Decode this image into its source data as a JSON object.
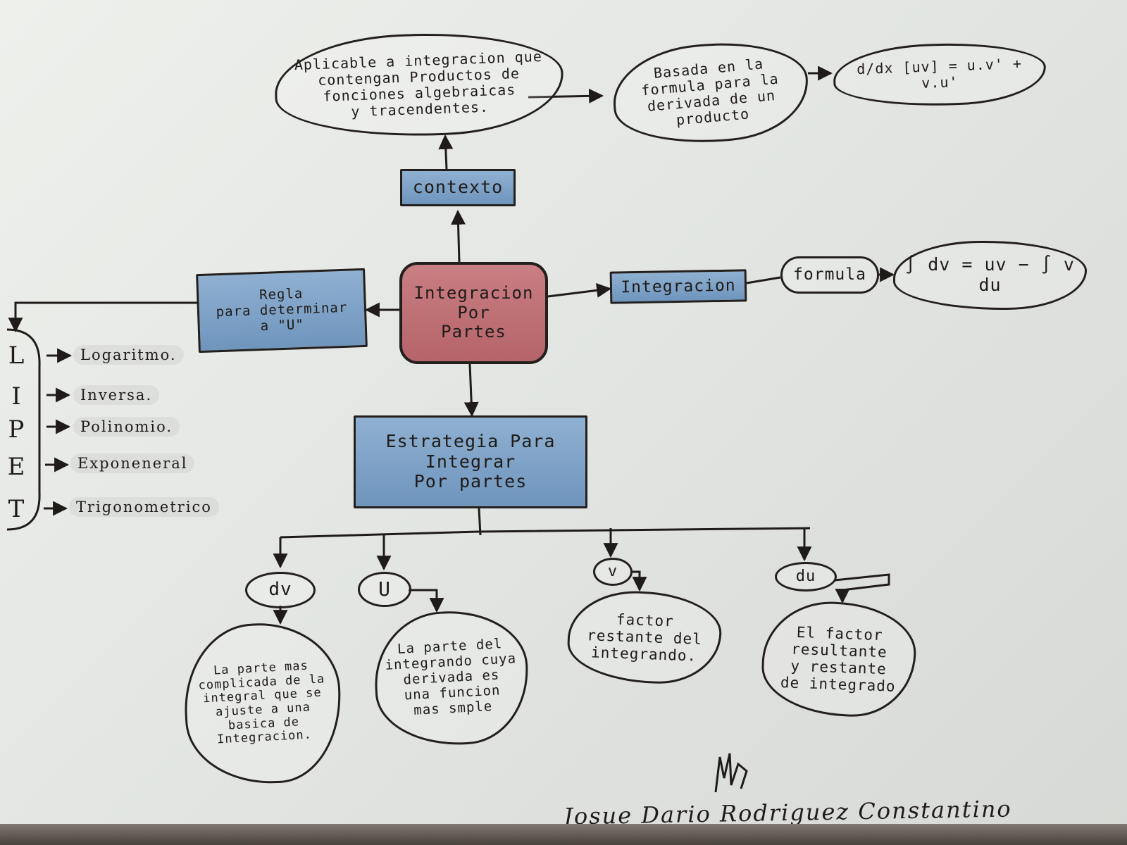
{
  "central": {
    "title": "Integracion\nPor\nPartes"
  },
  "contexto": {
    "label": "contexto",
    "description": "Aplicable a integracion que\ncontengan Productos de\nfonciones algebraicas\ny tracendentes.",
    "basis": "Basada en la\nformula para la\nderivada de un\nproducto",
    "formula": "d/dx [uv] = u.v' + v.u'"
  },
  "integracion": {
    "label": "Integracion",
    "formula_label": "formula",
    "formula": "∫ dv = uv − ∫ v du"
  },
  "regla": {
    "label": "Regla\npara determinar\na \"U\"",
    "liate": [
      {
        "letter": "L",
        "word": "Logaritmo."
      },
      {
        "letter": "I",
        "word": "Inversa."
      },
      {
        "letter": "P",
        "word": "Polinomio."
      },
      {
        "letter": "E",
        "word": "Exponeneral"
      },
      {
        "letter": "T",
        "word": "Trigonometrico"
      }
    ]
  },
  "estrategia": {
    "label": "Estrategia Para\nIntegrar\nPor partes",
    "branches": [
      {
        "symbol": "dv",
        "text": "La parte mas\ncomplicada de la\nintegral que se\najuste a una\nbasica de\nIntegracion."
      },
      {
        "symbol": "U",
        "text": "La parte del\nintegrando cuya\nderivada es\nuna funcion\nmas smple"
      },
      {
        "symbol": "v",
        "text": "factor\nrestante del\nintegrando."
      },
      {
        "symbol": "du",
        "text": "El factor\nresultante\ny restante\nde integrado"
      }
    ]
  },
  "signature": "Josue Dario Rodriguez Constantino"
}
